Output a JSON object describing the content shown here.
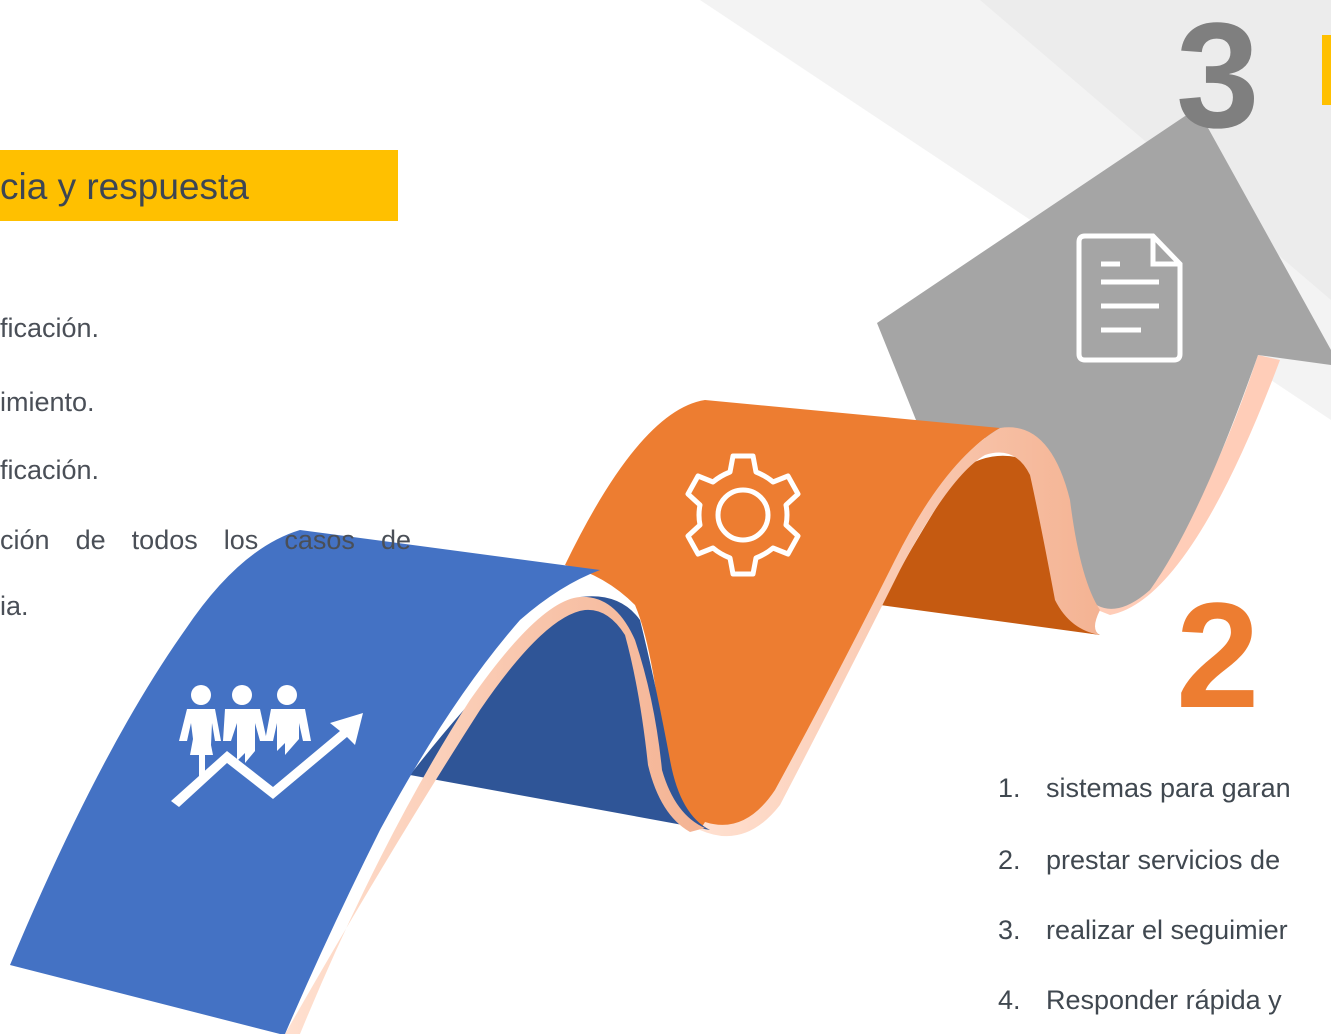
{
  "header": {
    "title_fragment": "cia y respuesta"
  },
  "left_list": {
    "lines": [
      "ficación.",
      "imiento.",
      "ficación."
    ],
    "justified_words": [
      "ción",
      "de",
      "todos",
      "los",
      "casos",
      "de"
    ],
    "last_line": "ia."
  },
  "right_list": {
    "items": [
      {
        "num": "1.",
        "text": "sistemas para garan"
      },
      {
        "num": "2.",
        "text": "prestar servicios de"
      },
      {
        "num": "3.",
        "text": "realizar el seguimier"
      },
      {
        "num": "4.",
        "text": "Responder rápida y"
      }
    ]
  },
  "steps": {
    "step2": "2",
    "step3": "3"
  },
  "icons": [
    "people-growth-icon",
    "gear-icon",
    "document-icon"
  ],
  "colors": {
    "yellow": "#ffc000",
    "blue": "#4472c4",
    "blue_dark": "#2f5597",
    "orange": "#ed7d31",
    "orange_dark": "#c55a11",
    "gray": "#a5a5a5",
    "peach": "#f8cbad"
  }
}
